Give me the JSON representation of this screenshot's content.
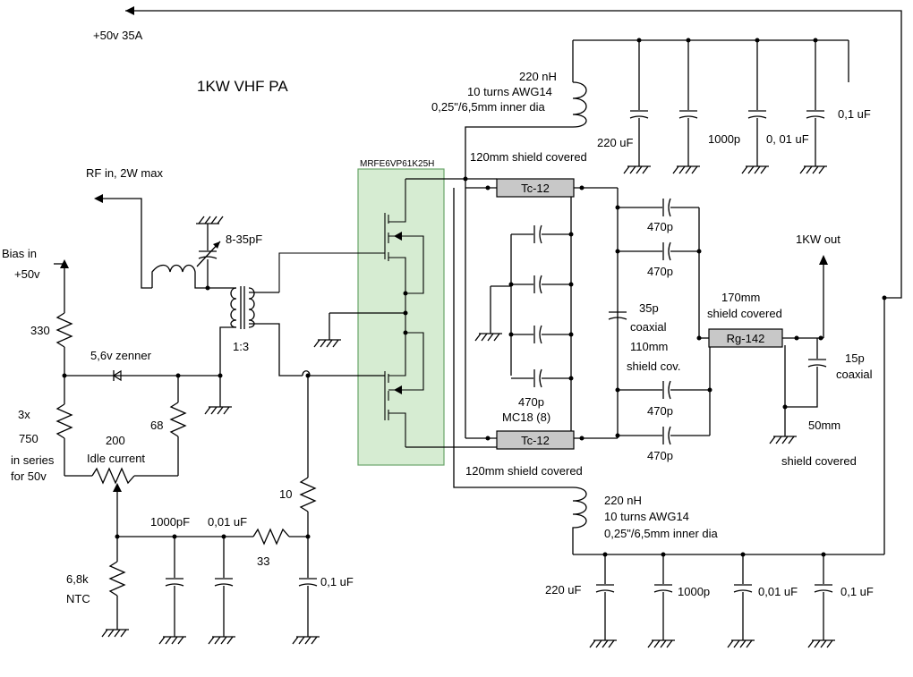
{
  "title": "1KW VHF PA",
  "labels": {
    "supply": "+50v 35A",
    "rf_in": "RF in, 2W max",
    "bias_in": "Bias in",
    "bias_in_v": "+50v",
    "r330": "330",
    "zener": "5,6v zenner",
    "r3x": "3x",
    "r750": "750",
    "in_series": "in series",
    "for_50v": "for 50v",
    "r200": "200",
    "idle_current": "Idle current",
    "r68": "68",
    "trim_cap": "8-35pF",
    "transformer": "1:3",
    "r10": "10",
    "c1000pf": "1000pF",
    "c001uf_bias": "0,01 uF",
    "r33": "33",
    "c01uf_bias": "0,1 uF",
    "ntc_value": "6,8k",
    "ntc": "NTC",
    "transistor": "MRFE6VP61K25H",
    "ind_top_1": "220 nH",
    "ind_top_2": "10 turns AWG14",
    "ind_top_3": "0,25\"/6,5mm inner dia",
    "shield_top": "120mm shield covered",
    "tc12_top": "Tc-12",
    "tc12_bottom": "Tc-12",
    "shield_bottom": "120mm shield covered",
    "top_c220": "220 uF",
    "top_c1000": "1000p",
    "top_c001": "0, 01 uF",
    "top_c01": "0,1 uF",
    "c470_a": "470p",
    "c470_b": "470p",
    "c35p": "35p",
    "coaxial_35": "coaxial",
    "shield_110a": "110mm",
    "shield_110b": "shield cov.",
    "c470_c": "470p",
    "c470_d": "470p",
    "mc18_470": "470p",
    "mc18": "MC18 (8)",
    "rg142": "Rg-142",
    "shield_170a": "170mm",
    "shield_170b": "shield covered",
    "out": "1KW out",
    "c15p": "15p",
    "coaxial_15": "coaxial",
    "shield_50a": "50mm",
    "shield_50b": "shield covered",
    "ind_bot_1": "220 nH",
    "ind_bot_2": "10 turns AWG14",
    "ind_bot_3": "0,25\"/6,5mm inner dia",
    "bot_c220": "220 uF",
    "bot_c1000": "1000p",
    "bot_c001": "0,01 uF",
    "bot_c01": "0,1 uF"
  },
  "colors": {
    "transistor_box": "#d6ecd2",
    "transistor_border": "#6aa56a",
    "component_box": "#c8c8c8"
  }
}
